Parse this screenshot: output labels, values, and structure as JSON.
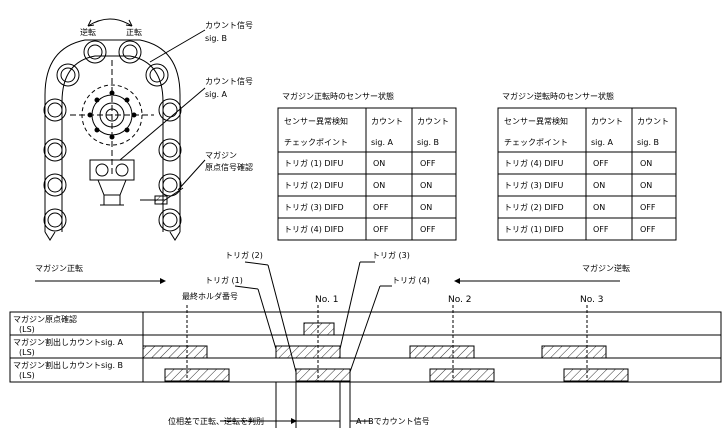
{
  "labels": {
    "reverse": "逆転",
    "forward": "正転",
    "count_sig_b": "カウント信号",
    "sig_b": "sig. B",
    "count_sig_a": "カウント信号",
    "sig_a": "sig. A",
    "magazine": "マガジン",
    "origin_check": "原点信号確認"
  },
  "table_forward": {
    "title": "マガジン正転時のセンサー状態",
    "header_row1": [
      "センサー異常検知",
      "カウント",
      "カウント"
    ],
    "header_row2": [
      "チェックポイント",
      "sig. A",
      "sig. B"
    ],
    "rows": [
      [
        "トリガ (1) DIFU",
        "ON",
        "OFF"
      ],
      [
        "トリガ (2) DIFU",
        "ON",
        "ON"
      ],
      [
        "トリガ (3) DIFD",
        "OFF",
        "ON"
      ],
      [
        "トリガ (4) DIFD",
        "OFF",
        "OFF"
      ]
    ]
  },
  "table_reverse": {
    "title": "マガジン逆転時のセンサー状態",
    "header_row1": [
      "センサー異常検知",
      "カウント",
      "カウント"
    ],
    "header_row2": [
      "チェックポイント",
      "sig. A",
      "sig. B"
    ],
    "rows": [
      [
        "トリガ (4) DIFU",
        "OFF",
        "ON"
      ],
      [
        "トリガ (3) DIFU",
        "ON",
        "ON"
      ],
      [
        "トリガ (2) DIFD",
        "ON",
        "OFF"
      ],
      [
        "トリガ (1) DIFD",
        "OFF",
        "OFF"
      ]
    ]
  },
  "timing": {
    "magazine_forward": "マガジン正転",
    "magazine_reverse": "マガジン逆転",
    "trigger1": "トリガ (1)",
    "trigger2": "トリガ (2)",
    "trigger3": "トリガ (3)",
    "trigger4": "トリガ (4)",
    "last_holder": "最終ホルダ番号",
    "no1": "No. 1",
    "no2": "No. 2",
    "no3": "No. 3",
    "row1_label_a": "マガジン原点確認",
    "row1_label_b": "(LS)",
    "row2_label_a": "マガジン割出しカウントsig. A",
    "row2_label_b": "(LS)",
    "row3_label_a": "マガジン割出しカウントsig. B",
    "row3_label_b": "(LS)",
    "note_phase": "位相差で正転、逆転を判別",
    "note_ab": "A+Bでカウント信号"
  }
}
